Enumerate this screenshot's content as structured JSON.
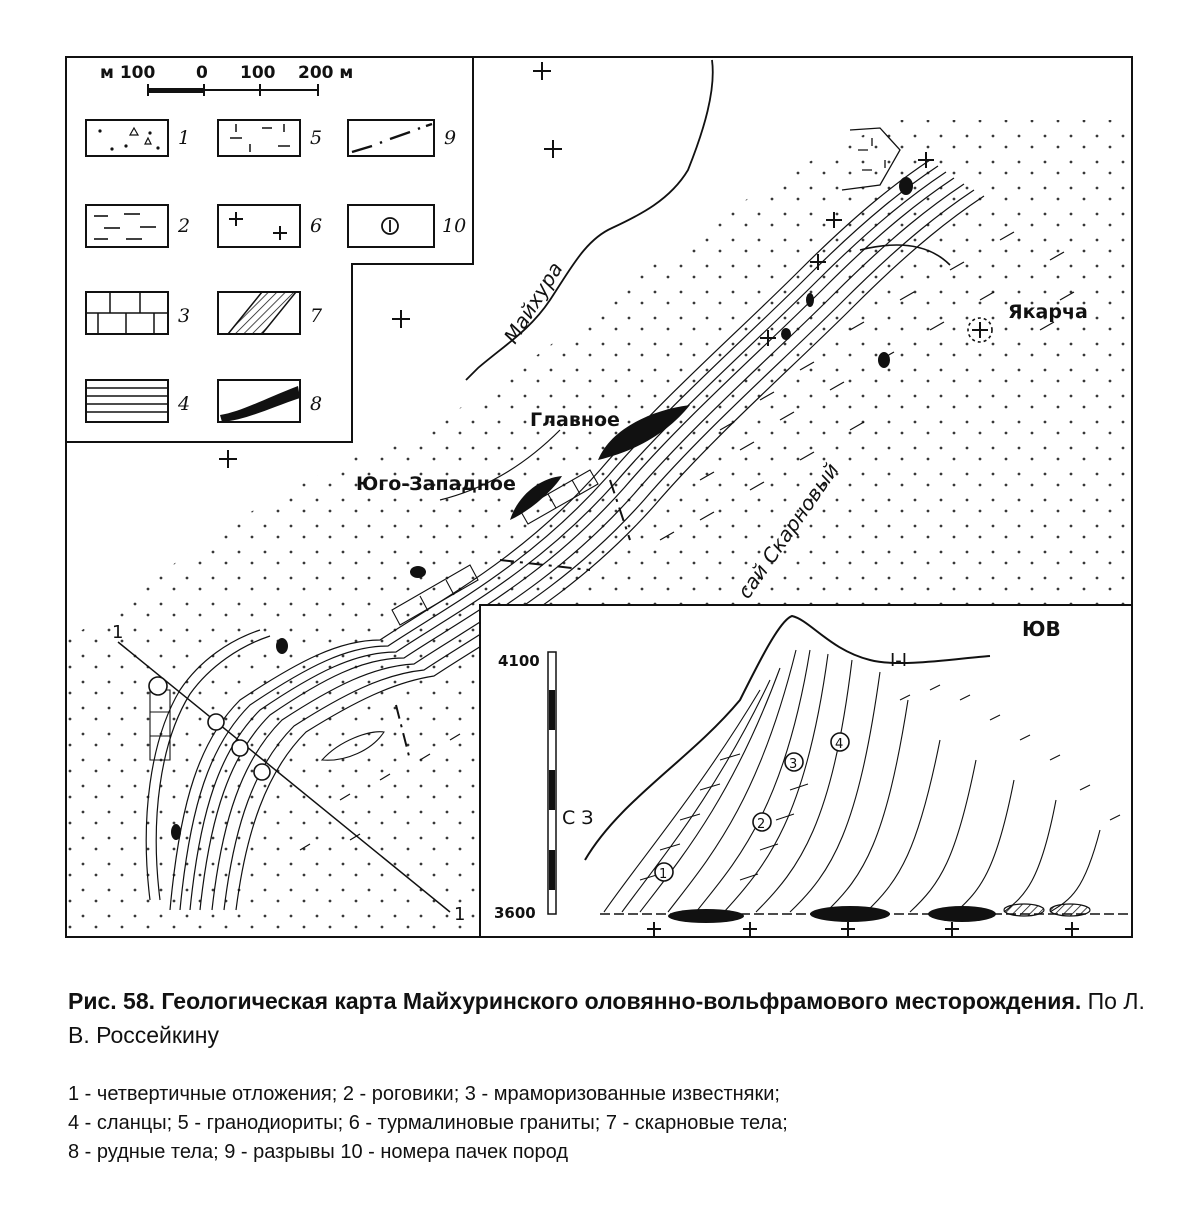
{
  "figure": {
    "scale": {
      "ticks": [
        "м 100",
        "0",
        "100",
        "200 м"
      ]
    },
    "legend": [
      {
        "num": "1",
        "pattern": "quaternary-dots-triangles"
      },
      {
        "num": "2",
        "pattern": "hornfels-dashes"
      },
      {
        "num": "3",
        "pattern": "marble-bricks"
      },
      {
        "num": "4",
        "pattern": "schist-lines"
      },
      {
        "num": "5",
        "pattern": "granodiorite-dashed-cross"
      },
      {
        "num": "6",
        "pattern": "tourmaline-granite-crosses"
      },
      {
        "num": "7",
        "pattern": "skarn-hatched-body"
      },
      {
        "num": "8",
        "pattern": "ore-body-black"
      },
      {
        "num": "9",
        "pattern": "fault-dash-dot"
      },
      {
        "num": "10",
        "pattern": "unit-number-circle"
      }
    ],
    "map_labels": {
      "river": "Майхура",
      "stream": "сай Скарновый",
      "deposit_main": "Главное",
      "deposit_sw": "Юго-Западное",
      "deposit_east": "Якарча",
      "section_line_start": "1",
      "section_line_end": "1"
    },
    "section": {
      "title": "I-I",
      "nw": "С З",
      "se": "ЮВ",
      "elev_top": "4100",
      "elev_bottom": "3600",
      "unit_numbers": [
        "1",
        "2",
        "3",
        "4"
      ]
    },
    "colors": {
      "ink": "#111111",
      "paper": "#ffffff"
    }
  },
  "caption": {
    "title": "Рис. 58. Геологическая карта Майхуринского оловянно-вольфрамового месторождения.",
    "author": " По Л. В. Россейкину"
  },
  "legend_text": [
    "1 -  четвертичные отложения; 2 - роговики; 3 - мраморизованные известняки;",
    "4 - сланцы; 5 - гранодиориты; 6 - турмалиновые граниты; 7 - скарновые тела;",
    "8 - рудные тела; 9 - разрывы 10 - номера пачек пород"
  ]
}
